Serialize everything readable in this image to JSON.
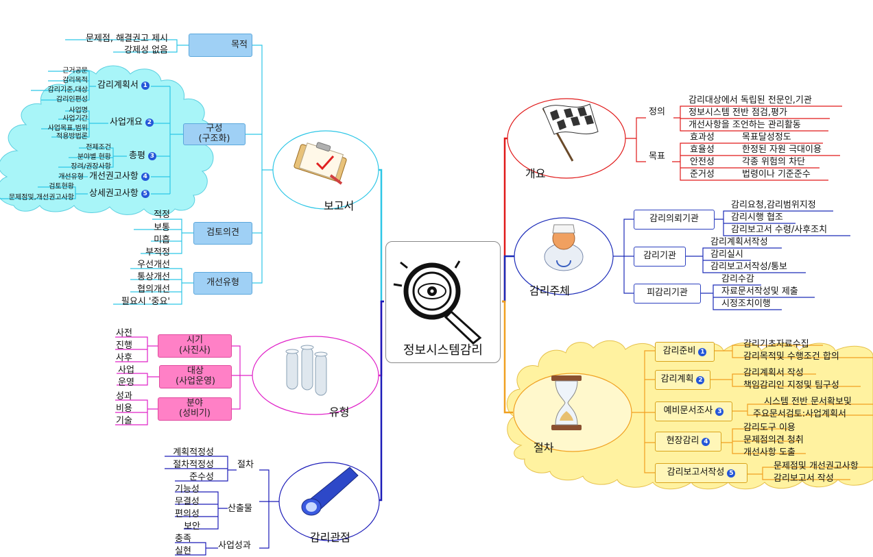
{
  "center": {
    "label": "정보시스템감리"
  },
  "topics": {
    "report": {
      "label": "보고서",
      "icon": "clipboard-icon"
    },
    "type": {
      "label": "유형",
      "icon": "test-tubes-icon"
    },
    "perspective": {
      "label": "감리관점",
      "icon": "flashlight-icon"
    },
    "overview": {
      "label": "개요",
      "icon": "checkered-flag-icon"
    },
    "subject": {
      "label": "감리주체",
      "icon": "doctor-icon"
    },
    "procedure": {
      "label": "절차",
      "icon": "hourglass-icon"
    }
  },
  "report": {
    "purpose": {
      "label": "목적",
      "items": [
        "문제점, 해결권고 제시",
        "강제성 없음"
      ]
    },
    "structure": {
      "label": "구성\n(구조화)",
      "sections": [
        {
          "label": "감리계획서",
          "badge": "1",
          "items": [
            "근거공문",
            "감리목적",
            "감리기준,대상",
            "감리인편성"
          ]
        },
        {
          "label": "사업개요",
          "badge": "2",
          "items": [
            "사업명",
            "사업기간",
            "사업목표,범위",
            "적용방법론"
          ]
        },
        {
          "label": "총평",
          "badge": "3",
          "items": [
            "전제조건",
            "분야별 현황",
            "장려/권장사항"
          ]
        },
        {
          "label": "개선권고사항",
          "badge": "4",
          "items": [
            "개선유형"
          ]
        },
        {
          "label": "상세권고사항",
          "badge": "5",
          "items": [
            "검토현황",
            "문제점및,개선권고사항"
          ]
        }
      ]
    },
    "review": {
      "label": "검토의견",
      "items": [
        "적정",
        "보통",
        "미흡",
        "부적정"
      ]
    },
    "improve": {
      "label": "개선유형",
      "items": [
        "우선개선",
        "통상개선",
        "협의개선",
        "필요시 '중요'"
      ]
    }
  },
  "type": {
    "timing": {
      "label": "시기\n(사진사)",
      "items": [
        "사전",
        "진행",
        "사후"
      ]
    },
    "target": {
      "label": "대상\n(사업운영)",
      "items": [
        "사업",
        "운영"
      ]
    },
    "field": {
      "label": "분야\n(성비기)",
      "items": [
        "성과",
        "비용",
        "기술"
      ]
    }
  },
  "perspective": {
    "process": {
      "label": "절차",
      "items": [
        "계획적정성",
        "절차적정성",
        "준수성"
      ]
    },
    "output": {
      "label": "산출물",
      "items": [
        "기능성",
        "무결성",
        "편의성",
        "보안"
      ]
    },
    "result": {
      "label": "사업성과",
      "items": [
        "충족",
        "실현"
      ]
    }
  },
  "overview": {
    "definition": {
      "label": "정의",
      "items": [
        "감리대상에서 독립된 전문인,기관",
        "정보시스템 전반 점검,평가",
        "개선사항을 조언하는 관리활동"
      ]
    },
    "goal": {
      "label": "목표",
      "rows": [
        {
          "k": "효과성",
          "v": "목표달성정도"
        },
        {
          "k": "효율성",
          "v": "한정된 자원 극대이용"
        },
        {
          "k": "안전성",
          "v": "각종 위험의 차단"
        },
        {
          "k": "준거성",
          "v": "법령이나 기준준수"
        }
      ]
    }
  },
  "subject": {
    "requester": {
      "label": "감리의뢰기관",
      "items": [
        "감리요청,감리범위지정",
        "감리시행 협조",
        "감리보고서 수령/사후조치"
      ]
    },
    "auditor": {
      "label": "감리기관",
      "items": [
        "감리계획서작성",
        "감리실시",
        "감리보고서작성/통보"
      ]
    },
    "auditee": {
      "label": "피감리기관",
      "items": [
        "감리수감",
        "자료문서작성및 제출",
        "시정조치이행"
      ]
    }
  },
  "procedure": {
    "steps": [
      {
        "label": "감리준비",
        "badge": "1",
        "items": [
          "감리기초자료수집",
          "감리목적및 수행조건 합의"
        ]
      },
      {
        "label": "감리계획",
        "badge": "2",
        "items": [
          "감리계획서 작성",
          "책임감리인 지정및 팀구성"
        ]
      },
      {
        "label": "예비문서조사",
        "badge": "3",
        "items": [
          "시스템 전반 문서확보및",
          "주요문서검토:사업계획서"
        ]
      },
      {
        "label": "현장감리",
        "badge": "4",
        "items": [
          "감리도구 이용",
          "문제점의견 청취",
          "개선사항 도출"
        ]
      },
      {
        "label": "감리보고서작성",
        "badge": "5",
        "items": [
          "문제점및 개선권고사항",
          "감리보고서 작성"
        ]
      }
    ]
  },
  "colors": {
    "report": "#2cc6e6",
    "type": "#e020c8",
    "perspective": "#1a1ab8",
    "overview": "#e01818",
    "subject": "#1a2ab8",
    "procedure": "#f0a020",
    "cloud_cyan": "#a8f5f8",
    "cloud_yellow": "#fff2a0"
  }
}
